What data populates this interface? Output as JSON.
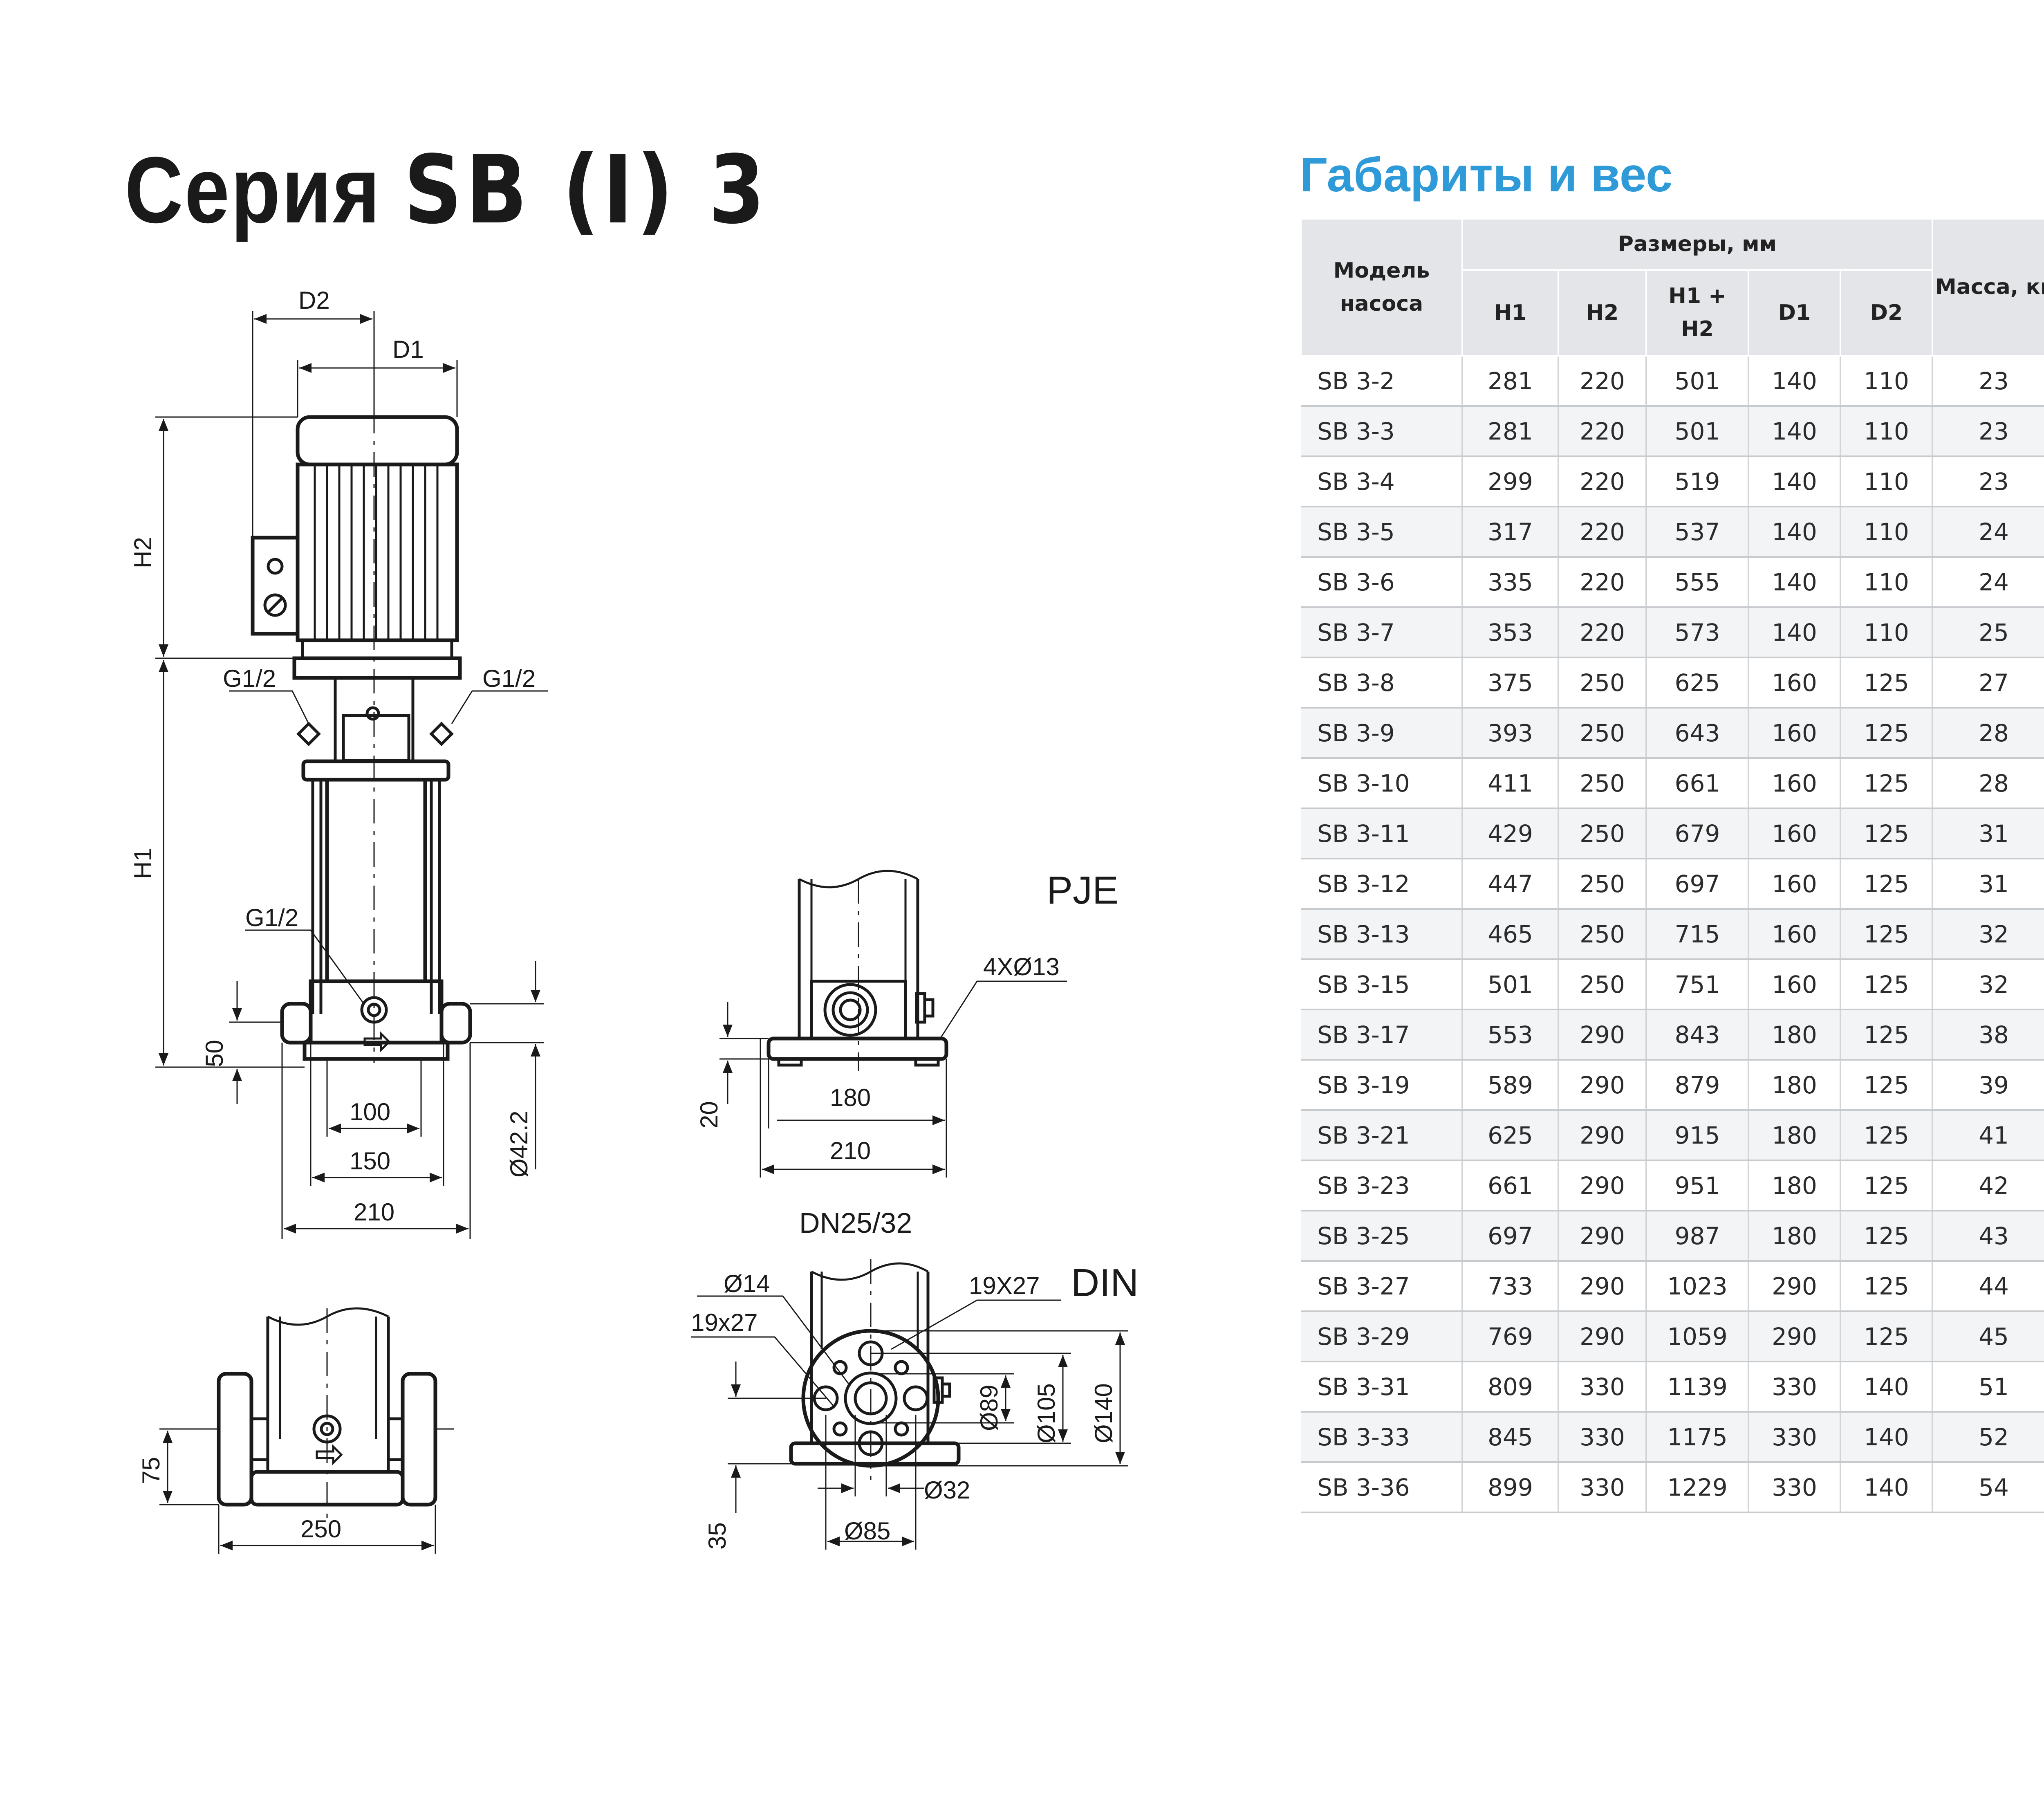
{
  "header": {
    "series_word": "Серия",
    "series_code": "SB (I) 3"
  },
  "table_title": "Габариты и вес",
  "table": {
    "col_model": "Модель насоса",
    "col_sizes": "Размеры, мм",
    "col_mass": "Масса, кг",
    "sub_headers": [
      "H1",
      "H2",
      "H1 + H2",
      "D1",
      "D2"
    ],
    "rows": [
      [
        "SB 3-2",
        "281",
        "220",
        "501",
        "140",
        "110",
        "23"
      ],
      [
        "SB 3-3",
        "281",
        "220",
        "501",
        "140",
        "110",
        "23"
      ],
      [
        "SB 3-4",
        "299",
        "220",
        "519",
        "140",
        "110",
        "23"
      ],
      [
        "SB 3-5",
        "317",
        "220",
        "537",
        "140",
        "110",
        "24"
      ],
      [
        "SB 3-6",
        "335",
        "220",
        "555",
        "140",
        "110",
        "24"
      ],
      [
        "SB 3-7",
        "353",
        "220",
        "573",
        "140",
        "110",
        "25"
      ],
      [
        "SB 3-8",
        "375",
        "250",
        "625",
        "160",
        "125",
        "27"
      ],
      [
        "SB 3-9",
        "393",
        "250",
        "643",
        "160",
        "125",
        "28"
      ],
      [
        "SB 3-10",
        "411",
        "250",
        "661",
        "160",
        "125",
        "28"
      ],
      [
        "SB 3-11",
        "429",
        "250",
        "679",
        "160",
        "125",
        "31"
      ],
      [
        "SB 3-12",
        "447",
        "250",
        "697",
        "160",
        "125",
        "31"
      ],
      [
        "SB 3-13",
        "465",
        "250",
        "715",
        "160",
        "125",
        "32"
      ],
      [
        "SB 3-15",
        "501",
        "250",
        "751",
        "160",
        "125",
        "32"
      ],
      [
        "SB 3-17",
        "553",
        "290",
        "843",
        "180",
        "125",
        "38"
      ],
      [
        "SB 3-19",
        "589",
        "290",
        "879",
        "180",
        "125",
        "39"
      ],
      [
        "SB 3-21",
        "625",
        "290",
        "915",
        "180",
        "125",
        "41"
      ],
      [
        "SB 3-23",
        "661",
        "290",
        "951",
        "180",
        "125",
        "42"
      ],
      [
        "SB 3-25",
        "697",
        "290",
        "987",
        "180",
        "125",
        "43"
      ],
      [
        "SB 3-27",
        "733",
        "290",
        "1023",
        "290",
        "125",
        "44"
      ],
      [
        "SB 3-29",
        "769",
        "290",
        "1059",
        "290",
        "125",
        "45"
      ],
      [
        "SB 3-31",
        "809",
        "330",
        "1139",
        "330",
        "140",
        "51"
      ],
      [
        "SB 3-33",
        "845",
        "330",
        "1175",
        "330",
        "140",
        "52"
      ],
      [
        "SB 3-36",
        "899",
        "330",
        "1229",
        "330",
        "140",
        "54"
      ]
    ]
  },
  "drawing": {
    "main": {
      "d2": "D2",
      "d1": "D1",
      "h2": "H2",
      "h1": "H1",
      "g_left": "G1/2",
      "g_right": "G1/2",
      "g_side": "G1/2",
      "dim_50": "50",
      "dim_100": "100",
      "dim_150": "150",
      "dim_210": "210",
      "dim_d422": "Ø42.2"
    },
    "pje": {
      "label": "PJE",
      "holes": "4XØ13",
      "dim_180": "180",
      "dim_210": "210",
      "dim_20": "20"
    },
    "din": {
      "label": "DIN",
      "dn": "DN25/32",
      "d14": "Ø14",
      "t1": "19X27",
      "t2": "19x27",
      "d89": "Ø89",
      "d105": "Ø105",
      "d140": "Ø140",
      "d32": "Ø32",
      "d85": "Ø85",
      "dim_35": "35"
    },
    "base": {
      "dim_75": "75",
      "dim_250": "250"
    }
  }
}
